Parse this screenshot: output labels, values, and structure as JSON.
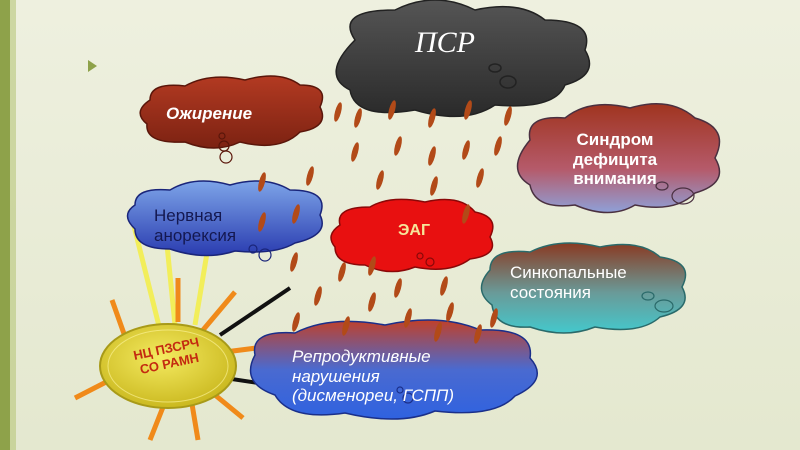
{
  "clouds": {
    "psr": "ПСР",
    "obesity": "Ожирение",
    "adhd": "Синдром\nдефицита\nвнимания",
    "anorexia": "Нервная\nанорексия",
    "eag": "ЭАГ",
    "syncope": "Синкопальные\nсостояния",
    "reproductive": "Репродуктивные\nнарушения\n(дисменореи, ГСПП)"
  },
  "sun_label": "НЦ ПЗСРЧ\nСО РАМН",
  "colors": {
    "psr_cloud": "#3a3a3a",
    "obesity_cloud": "#9a2f1c",
    "eag_cloud": "#e81010",
    "anorexia_cloud": "#2f47c0",
    "syncope_cloud": "#3fb8b8",
    "reproductive_cloud": "#2f5fd8",
    "sun": "#e6d832",
    "rays": "#f08a1a",
    "raindrop": "#b24a18"
  }
}
